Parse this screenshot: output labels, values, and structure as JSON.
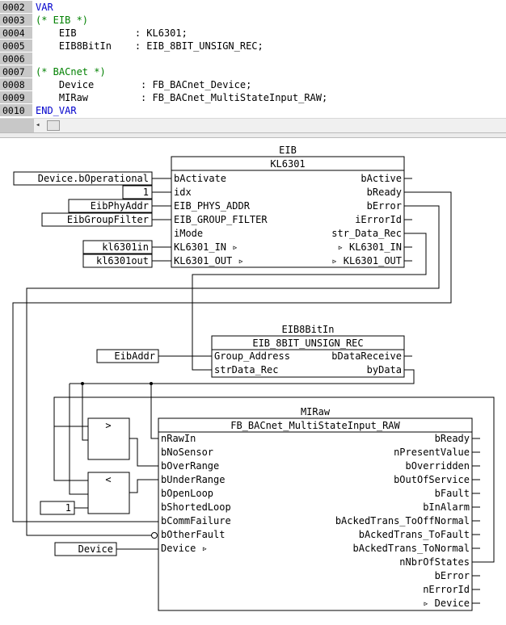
{
  "editor": {
    "lines": [
      {
        "num": "0002",
        "parts": [
          {
            "t": "VAR",
            "c": "kw"
          }
        ]
      },
      {
        "num": "0003",
        "parts": [
          {
            "t": "(* EIB *)",
            "c": "cm"
          }
        ]
      },
      {
        "num": "0004",
        "parts": [
          {
            "t": "    EIB          : KL6301;",
            "c": ""
          }
        ]
      },
      {
        "num": "0005",
        "parts": [
          {
            "t": "    EIB8BitIn    : EIB_8BIT_UNSIGN_REC;",
            "c": ""
          }
        ]
      },
      {
        "num": "0006",
        "parts": [
          {
            "t": "",
            "c": ""
          }
        ]
      },
      {
        "num": "0007",
        "parts": [
          {
            "t": "(* BACnet *)",
            "c": "cm"
          }
        ]
      },
      {
        "num": "0008",
        "parts": [
          {
            "t": "    Device        : FB_BACnet_Device;",
            "c": ""
          }
        ]
      },
      {
        "num": "0009",
        "parts": [
          {
            "t": "    MIRaw         : FB_BACnet_MultiStateInput_RAW;",
            "c": ""
          }
        ]
      },
      {
        "num": "0010",
        "parts": [
          {
            "t": "END_VAR",
            "c": "kw"
          }
        ]
      }
    ],
    "scroll_arrow": "◂"
  },
  "diagram": {
    "eib_block": {
      "instance": "EIB",
      "type": "KL6301",
      "inputs": [
        "bActivate",
        "idx",
        "EIB_PHYS_ADDR",
        "EIB_GROUP_FILTER",
        "iMode",
        "KL6301_IN ▹",
        "KL6301_OUT ▹"
      ],
      "outputs": [
        "bActive",
        "bReady",
        "bError",
        "iErrorId",
        "str_Data_Rec",
        "▹ KL6301_IN",
        "▹ KL6301_OUT"
      ]
    },
    "eib_inputs": [
      "Device.bOperational",
      "1",
      "EibPhyAddr",
      "EibGroupFilter",
      "kl6301in",
      "kl6301out"
    ],
    "eib8_block": {
      "instance": "EIB8BitIn",
      "type": "EIB_8BIT_UNSIGN_REC",
      "inputs": [
        "Group_Address",
        "strData_Rec"
      ],
      "outputs": [
        "bDataReceive",
        "byData"
      ]
    },
    "eib8_inputs": [
      "EibAddr"
    ],
    "gt_label": ">",
    "lt_label": "<",
    "lt_const": "1",
    "mi_block": {
      "instance": "MIRaw",
      "type": "FB_BACnet_MultiStateInput_RAW",
      "inputs": [
        "nRawIn",
        "bNoSensor",
        "bOverRange",
        "bUnderRange",
        "bOpenLoop",
        "bShortedLoop",
        "bCommFailure",
        "bOtherFault",
        "Device ▹"
      ],
      "outputs": [
        "bReady",
        "nPresentValue",
        "bOverridden",
        "bOutOfService",
        "bFault",
        "bInAlarm",
        "bAckedTrans_ToOffNormal",
        "bAckedTrans_ToFault",
        "bAckedTrans_ToNormal",
        "nNbrOfStates",
        "bError",
        "nErrorId",
        "▹ Device"
      ]
    },
    "mi_inputs": [
      "Device"
    ]
  }
}
